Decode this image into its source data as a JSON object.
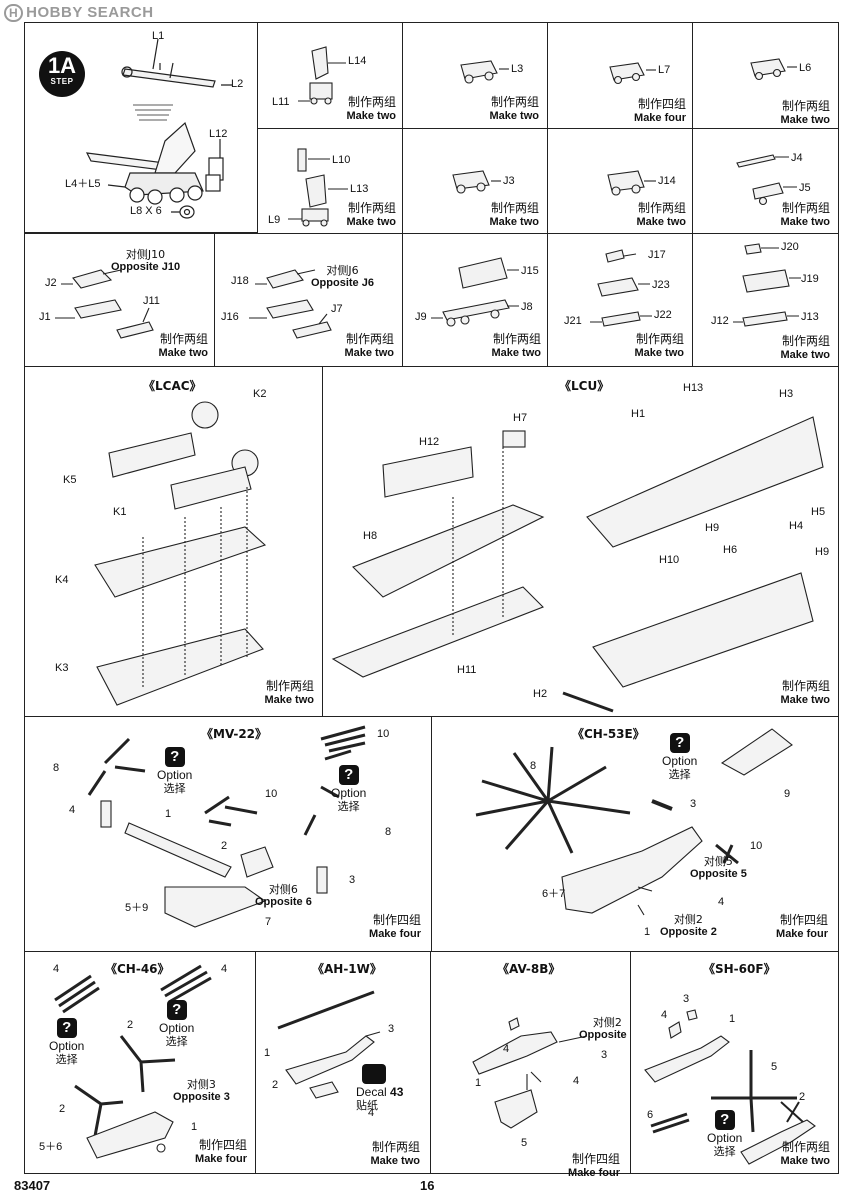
{
  "watermark": "HOBBY SEARCH",
  "watermark_badge": "H",
  "step": {
    "number": "1A",
    "label": "STEP"
  },
  "notes": {
    "make_two_zh": "制作两组",
    "make_two_en": "Make two",
    "make_four_zh": "制作四组",
    "make_four_en": "Make four"
  },
  "option": {
    "zh": "选择",
    "en": "Option",
    "q": "?"
  },
  "crane": {
    "l1": "L1",
    "l2": "L2",
    "l12": "L12",
    "l45": "L4＋L5",
    "l8": "L8 X 6"
  },
  "c_l14": {
    "l14": "L14",
    "l11": "L11"
  },
  "c_l3": {
    "l3": "L3"
  },
  "c_l7": {
    "l7": "L7"
  },
  "c_l6": {
    "l6": "L6"
  },
  "c_l10": {
    "l10": "L10",
    "l13": "L13",
    "l9": "L9"
  },
  "c_j3": {
    "j3": "J3"
  },
  "c_j14": {
    "j14": "J14"
  },
  "c_j4": {
    "j4": "J4",
    "j5": "J5"
  },
  "c_tank1": {
    "j2": "J2",
    "j1": "J1",
    "j11": "J11",
    "opp_zh": "对侧J10",
    "opp_en": "Opposite J10"
  },
  "c_tank2": {
    "j18": "J18",
    "j16": "J16",
    "j7": "J7",
    "opp_zh": "对侧J6",
    "opp_en": "Opposite J6"
  },
  "c_truck": {
    "j15": "J15",
    "j9": "J9",
    "j8": "J8"
  },
  "c_lav": {
    "j17": "J17",
    "j23": "J23",
    "j21": "J21",
    "j22": "J22"
  },
  "c_aav": {
    "j20": "J20",
    "j19": "J19",
    "j12": "J12",
    "j13": "J13"
  },
  "lcac": {
    "title": "《LCAC》",
    "k2": "K2",
    "k5": "K5",
    "k1": "K1",
    "k4": "K4",
    "k3": "K3"
  },
  "lcu": {
    "title": "《LCU》",
    "h13": "H13",
    "h3": "H3",
    "h12": "H12",
    "h7": "H7",
    "h1": "H1",
    "h8": "H8",
    "h5": "H5",
    "h4": "H4",
    "h9a": "H9",
    "h6": "H6",
    "h9b": "H9",
    "h10": "H10",
    "h11": "H11",
    "h2": "H2"
  },
  "mv22": {
    "title": "《MV-22》",
    "p8a": "8",
    "p4": "4",
    "p10a": "10",
    "p10b": "10",
    "p1": "1",
    "p2": "2",
    "p8b": "8",
    "p3": "3",
    "p59": "5＋9",
    "p7": "7",
    "opp_zh": "对侧6",
    "opp_en": "Opposite 6"
  },
  "ch53": {
    "title": "《CH-53E》",
    "p8": "8",
    "p9": "9",
    "p3": "3",
    "p10": "10",
    "p67": "6＋7",
    "p4": "4",
    "p1": "1",
    "opp5_zh": "对侧5",
    "opp5_en": "Opposite 5",
    "opp2_zh": "对侧2",
    "opp2_en": "Opposite 2"
  },
  "ch46": {
    "title": "《CH-46》",
    "p4a": "4",
    "p4b": "4",
    "p2a": "2",
    "p2b": "2",
    "p56": "5＋6",
    "p1": "1",
    "opp_zh": "对侧3",
    "opp_en": "Opposite 3"
  },
  "ah1w": {
    "title": "《AH-1W》",
    "p3": "3",
    "p1": "1",
    "p2": "2",
    "p4": "4",
    "decal_en": "Decal",
    "decal_zh": "贴纸",
    "decal_no": "43"
  },
  "av8b": {
    "title": "《AV-8B》",
    "p4a": "4",
    "p3": "3",
    "p1": "1",
    "p4b": "4",
    "p5": "5",
    "opp_zh": "对侧2",
    "opp_en": "Opposite 2"
  },
  "sh60": {
    "title": "《SH-60F》",
    "p4": "4",
    "p3": "3",
    "p1": "1",
    "p5": "5",
    "p2": "2",
    "p6": "6"
  },
  "footer": {
    "code": "83407",
    "page": "16"
  }
}
